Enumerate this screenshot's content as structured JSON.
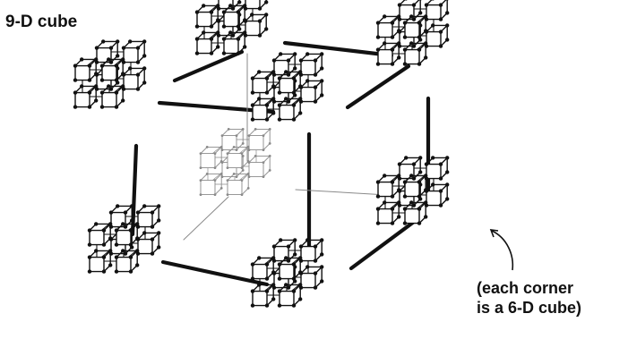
{
  "title": "9-D cube",
  "caption": {
    "line1": "(each corner",
    "line2": "is a 6-D cube)"
  },
  "colors": {
    "ink": "#111111",
    "faint_ink": "#8a8a8a",
    "background": "#ffffff"
  }
}
